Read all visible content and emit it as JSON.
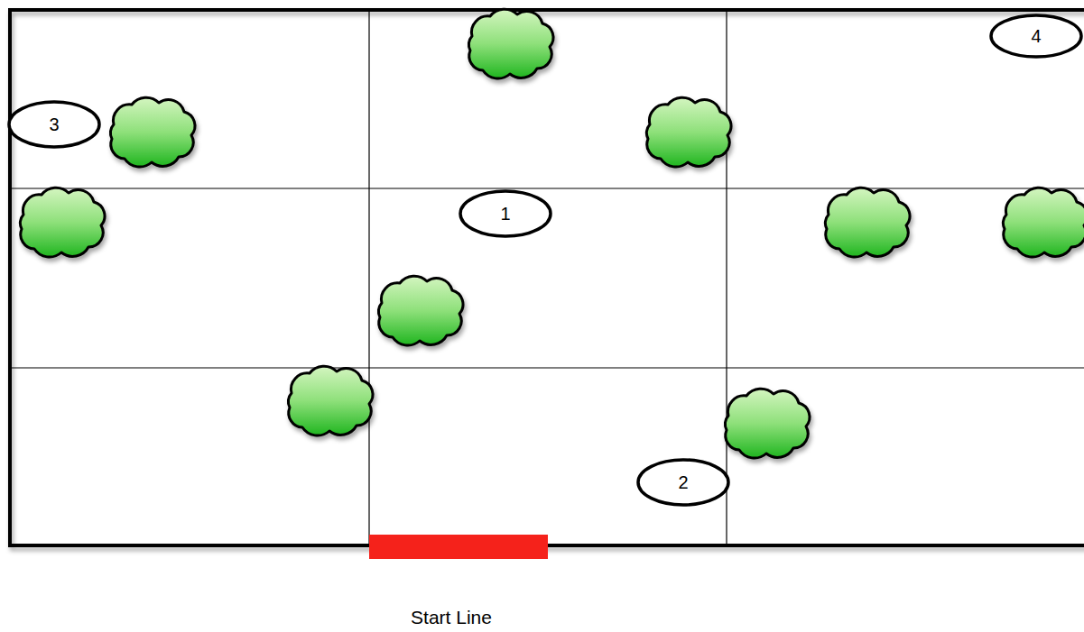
{
  "diagram": {
    "nodes": [
      {
        "text": [
          "4"
        ]
      },
      {
        "text": [
          "3"
        ]
      },
      {
        "text": [
          "1"
        ]
      },
      {
        "text": [
          "2"
        ]
      }
    ],
    "labels": [
      "Start Line"
    ]
  }
}
